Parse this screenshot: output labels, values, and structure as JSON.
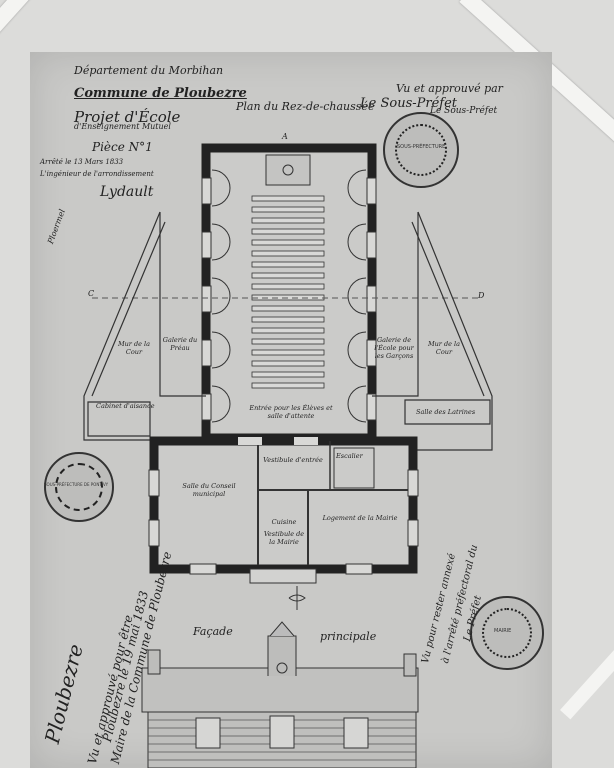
{
  "title_block": {
    "department": "Département du Morbihan",
    "commune": "Commune de Ploubezre",
    "project": "Projet d'École",
    "teaching": "d'Enseignement Mutuel",
    "piece": "Pièce N°1",
    "date_line": "Arrêté le 13 Mars 1833",
    "engineer_line": "L'ingénieur de l'arrondissement",
    "engineer_signature": "Lydault"
  },
  "plan_title": "Plan du Rez-de-chaussée",
  "approval": {
    "vu": "Vu et approuvé par",
    "sous_prefet": "Le Sous-Préfet",
    "signature": "Le Sous-Préfet"
  },
  "side_note": "Ploermel",
  "section_marks": {
    "a": "A",
    "c": "C",
    "d": "D"
  },
  "rooms": {
    "cour_left": "Mur de la Cour",
    "galerie_left": "Galerie du Préau",
    "cabinet_left": "Cabinet d'aisance",
    "galerie_right": "Galerie de l'École pour les Garçons",
    "cour_right": "Mur de la Cour",
    "salle_right": "Salle des Latrines",
    "entree": "Entrée pour les Élèves et salle d'attente",
    "salle_conseil": "Salle du Conseil municipal",
    "vestibule": "Vestibule d'entrée",
    "escalier": "Escalier",
    "cuisine": "Cuisine",
    "vestibule_mairie": "Vestibule de la Mairie",
    "logement": "Logement de la Mairie"
  },
  "facade": {
    "word1": "Façade",
    "word2": "principale"
  },
  "stamps": {
    "top_right": "SOUS-PRÉFECTURE",
    "left": "SOUS-PRÉFECTURE DE PONTIVY",
    "bottom_right": "MAIRIE"
  },
  "margin_notes": {
    "left_line1": "Vu et approuvé pour être",
    "left_line2": "Maire de la Commune de Ploubezre",
    "left_line3": "Ploubezre le 19 mai 1833",
    "right_line1": "Vu pour rester annexé",
    "right_line2": "à l'arrêté préfectoral du",
    "right_line3": "Le Préfet",
    "left_signature": "Ploubezre"
  }
}
